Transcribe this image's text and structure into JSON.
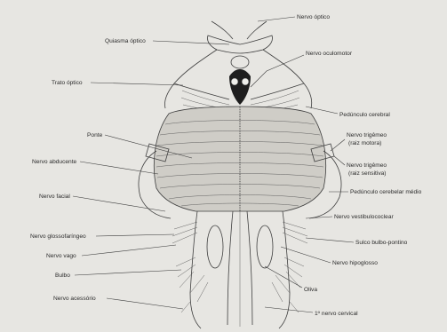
{
  "labels": {
    "nervo_optico": "Nervo óptico",
    "quiasma_optico": "Quiasma óptico",
    "trato_optico": "Trato óptico",
    "nervo_oculomotor": "Nervo oculomotor",
    "pedunculo_cerebral": "Pedúnculo cerebral",
    "ponte": "Ponte",
    "nervo_abducente": "Nervo abducente",
    "nervo_trigemeo_motora_1": "Nervo trigêmeo",
    "nervo_trigemeo_motora_2": "(raiz motora)",
    "nervo_trigemeo_sensitiva_1": "Nervo trigêmeo",
    "nervo_trigemeo_sensitiva_2": "(raiz sensitiva)",
    "pedunculo_cerebelar_medio": "Pedúnculo cerebelar médio",
    "nervo_facial": "Nervo facial",
    "nervo_vestibulococlear": "Nervo vestibulococlear",
    "nervo_glossofaringeo": "Nervo glossofaríngeo",
    "sulco_bulbo_pontino": "Sulco bulbo-pontino",
    "nervo_vago": "Nervo vago",
    "nervo_hipoglosso": "Nervo hipoglosso",
    "bulbo": "Bulbo",
    "oliva": "Oliva",
    "nervo_acessorio": "Nervo acessório",
    "primeiro_nervo_cervical": "1º nervo cervical"
  }
}
